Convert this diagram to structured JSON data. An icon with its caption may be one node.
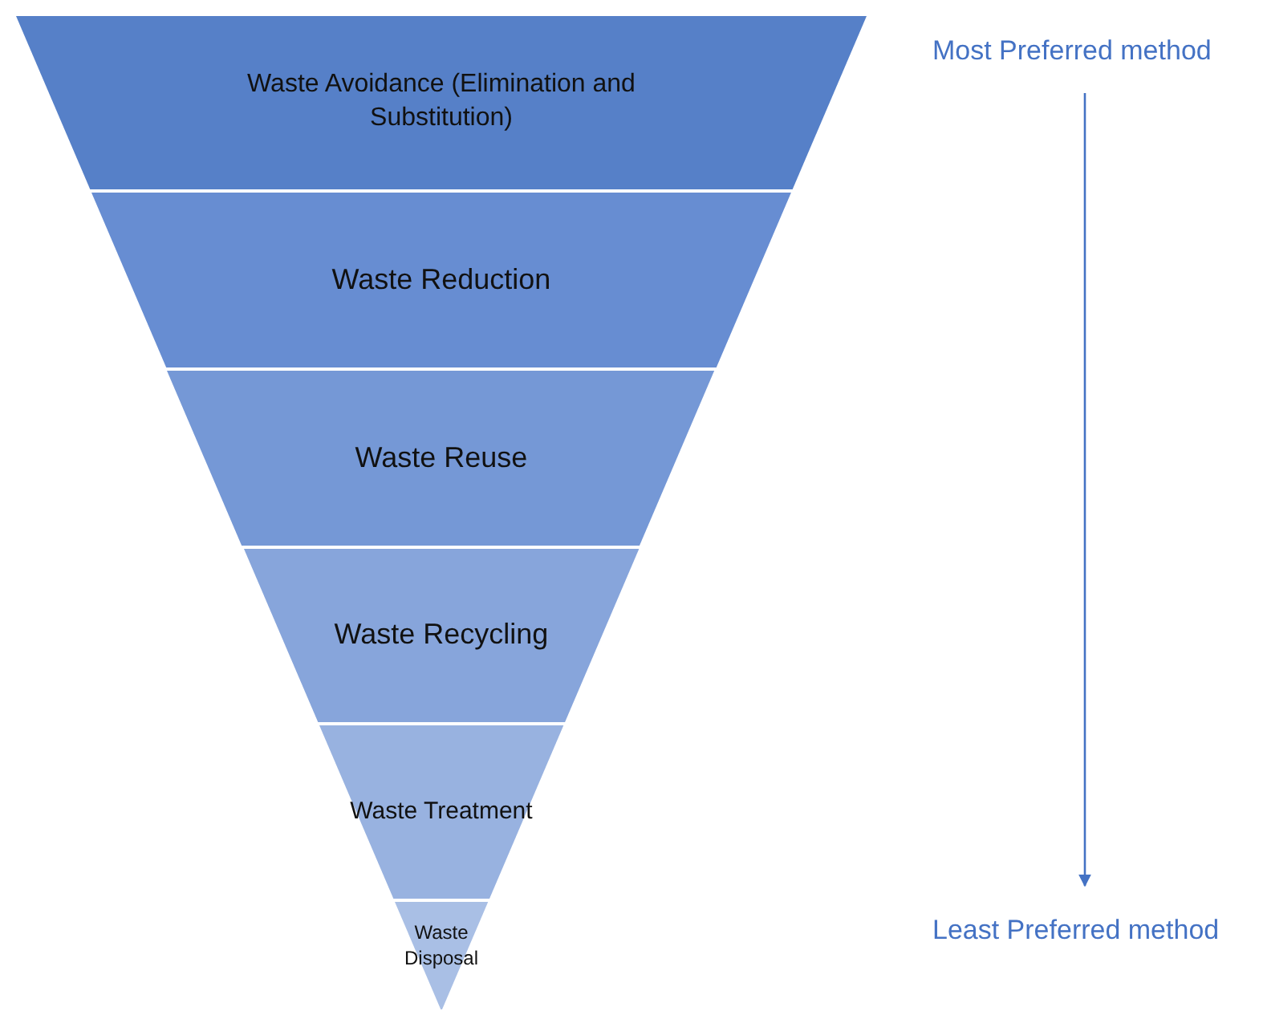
{
  "diagram": {
    "nodes": [
      {
        "text": [
          "Waste Avoidance (Elimination and Substitution)"
        ]
      },
      {
        "text": [
          "Waste Reduction"
        ]
      },
      {
        "text": [
          "Waste Reuse"
        ]
      },
      {
        "text": [
          "Waste Recycling"
        ]
      },
      {
        "text": [
          "Waste Treatment"
        ]
      },
      {
        "text": [
          "Waste Disposal"
        ]
      },
      {
        "text": [
          "Most Preferred method"
        ]
      },
      {
        "text": [
          "Least Preferred method"
        ]
      }
    ],
    "edges": [
      {
        "from": 6,
        "to": 7,
        "arrow": "to"
      }
    ]
  }
}
